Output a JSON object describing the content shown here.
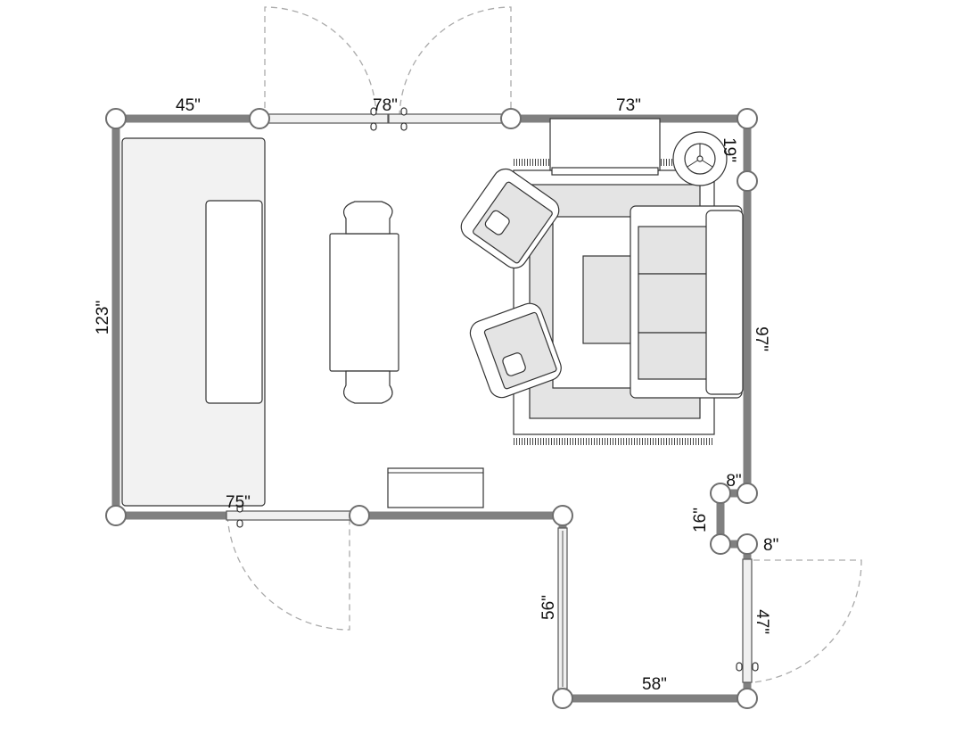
{
  "floor_plan": {
    "dimensions": {
      "top_left_wall": "45\"",
      "top_door": "78\"",
      "top_right_wall": "73\"",
      "right_small": "19\"",
      "left_wall": "123\"",
      "right_wall": "97\"",
      "bottom_door": "75\"",
      "jog_top": "8\"",
      "jog_side": "16\"",
      "jog_bottom": "8\"",
      "lower_left_wall": "56\"",
      "lower_right_door": "47\"",
      "lower_bottom_wall": "58\""
    },
    "colors": {
      "wall": "#808080",
      "furniture_fill": "#e4e4e4"
    }
  }
}
